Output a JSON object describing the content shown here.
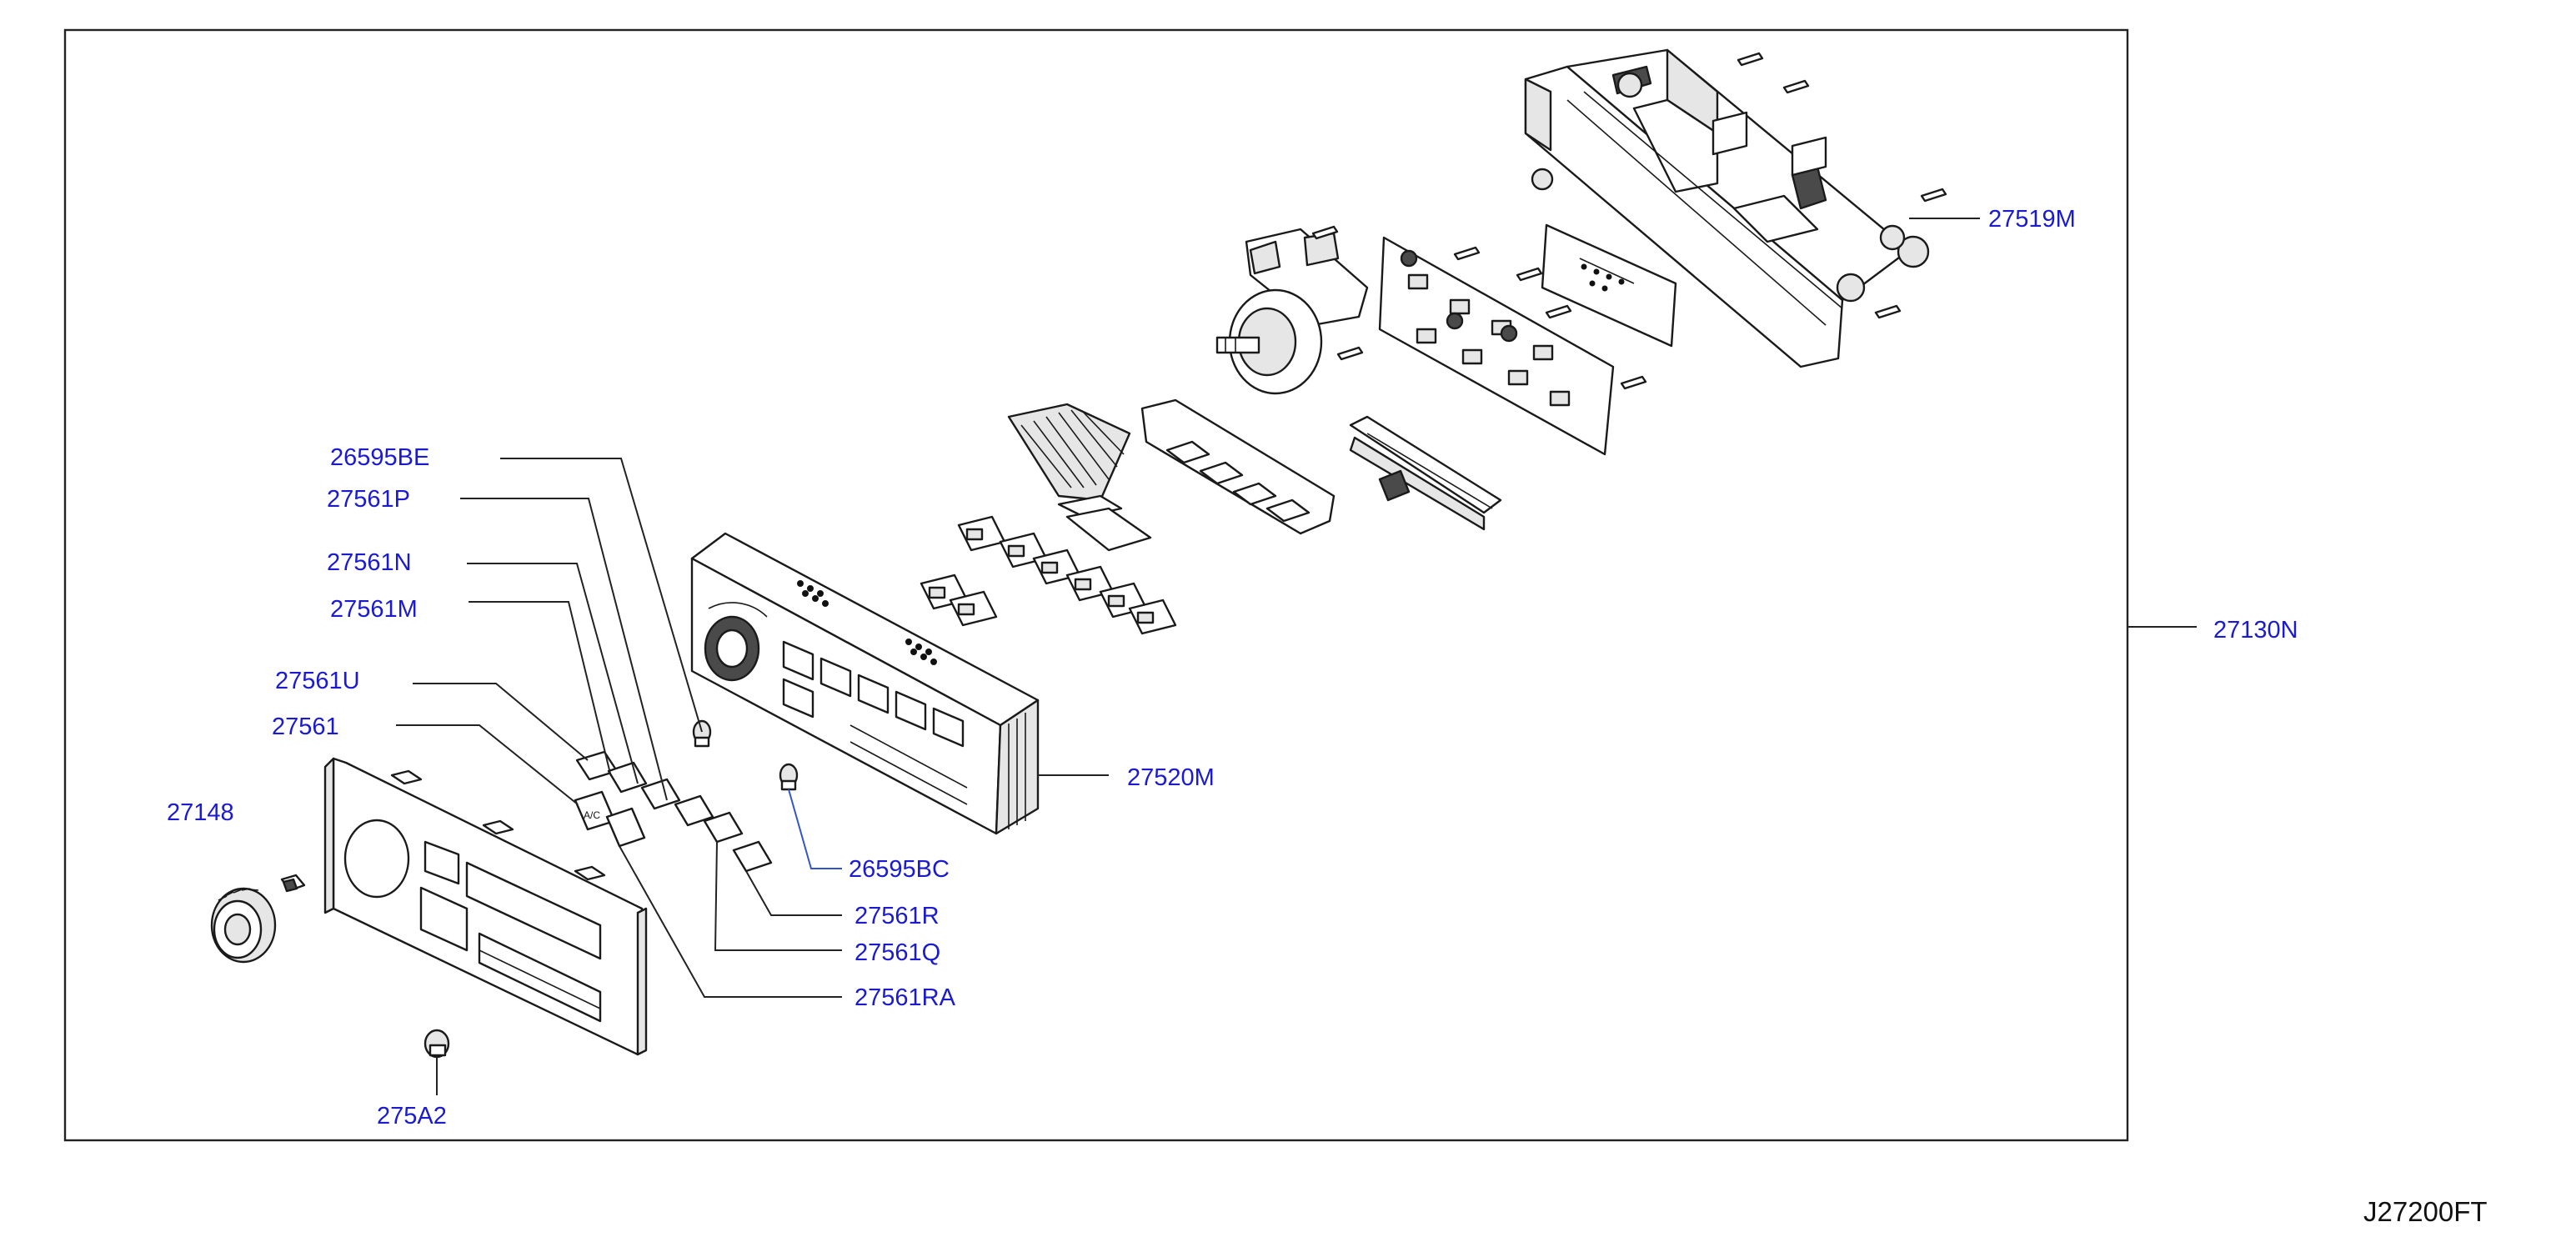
{
  "diagram": {
    "drawing_code": "J27200FT",
    "labels": {
      "p27519M": "27519M",
      "p27130N": "27130N",
      "p27520M": "27520M",
      "p26595BE": "26595BE",
      "p27561P": "27561P",
      "p27561N": "27561N",
      "p27561M": "27561M",
      "p27561U": "27561U",
      "p27561": "27561",
      "p27148": "27148",
      "p26595BC": "26595BC",
      "p27561R": "27561R",
      "p27561Q": "27561Q",
      "p27561RA": "27561RA",
      "p275A2": "275A2"
    },
    "button_marks": {
      "ac": "A/C"
    }
  }
}
